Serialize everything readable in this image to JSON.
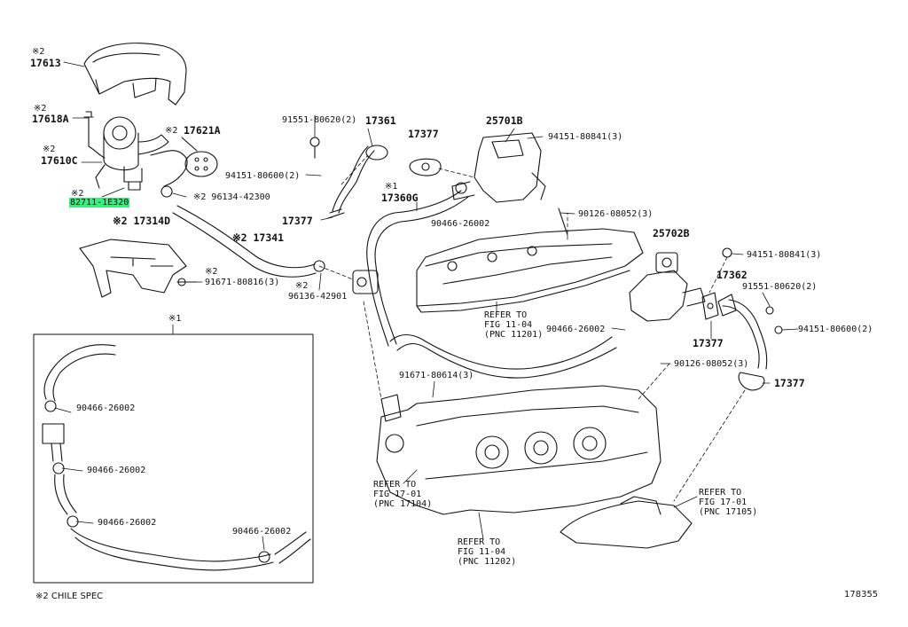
{
  "labels": {
    "m1": "※2",
    "p17613": "17613",
    "m2": "※2",
    "p17618a": "17618A",
    "m3": "※2",
    "p17621a": "17621A",
    "m4": "※2",
    "p17610c": "17610C",
    "m5": "※2",
    "p827111e320": "82711-1E320",
    "p96134": "※2 96134-42300",
    "p17314d": "※2 17314D",
    "p217341": "※2 17341",
    "p91671a": "91671-80816(3)",
    "m6": "※2",
    "m7": "※2",
    "p96136": "96136-42901",
    "p91551a": "91551-80620(2)",
    "p17361": "17361",
    "p94151a": "94151-80600(2)",
    "p17377a": "17377",
    "p17377b": "17377",
    "m8": "※1",
    "p17360g": "17360G",
    "p90466a": "90466-26002",
    "p25701b": "25701B",
    "p94151b": "94151-80841(3)",
    "p90126a": "90126-08052(3)",
    "p25702b": "25702B",
    "p94151c": "94151-80841(3)",
    "p17362": "17362",
    "p91551b": "91551-80620(2)",
    "p94151d": "94151-80600(2)",
    "refer1": "REFER TO\nFIG 11-04\n(PNC 11201)",
    "p90466b": "90466-26002",
    "p17377c": "17377",
    "p90126b": "90126-08052(3)",
    "p17377d": "17377",
    "p91671b": "91671-80614(3)",
    "refer2": "REFER TO\nFIG 17-01\n(PNC 17104)",
    "refer3": "REFER TO\nFIG 11-04\n(PNC 11202)",
    "refer4": "REFER TO\nFIG 17-01\n(PNC 17105)",
    "m9": "※1",
    "box1": "90466-26002",
    "box2": "90466-26002",
    "box3": "90466-26002",
    "box4": "90466-26002",
    "footnote": "※2 CHILE SPEC",
    "diagram_no": "178355"
  },
  "highlight_color": "#35ef7e"
}
